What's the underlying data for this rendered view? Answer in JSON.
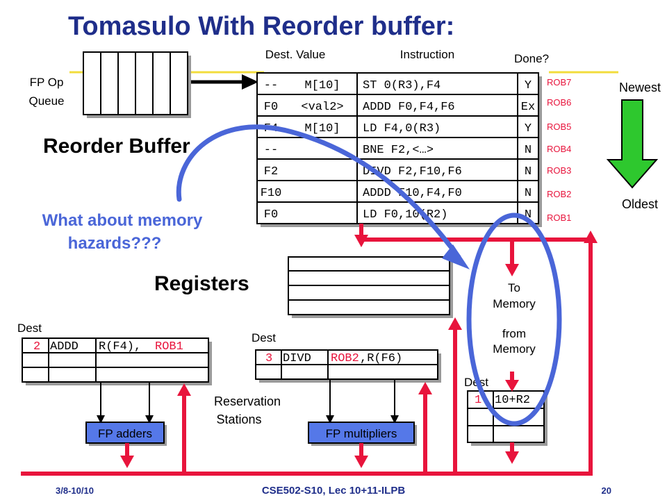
{
  "slide": {
    "title": "Tomasulo With Reorder buffer:",
    "footer_date": "3/8-10/10",
    "footer_course": "CSE502-S10, Lec 10+11-ILPB",
    "footer_page": "20"
  },
  "queue": {
    "label_line1": "FP Op",
    "label_line2": "Queue"
  },
  "rob": {
    "title": "Reorder Buffer",
    "header_dest_value": "Dest. Value",
    "header_instruction": "Instruction",
    "header_done": "Done?",
    "rows": [
      {
        "dest": "--",
        "value": "M[10]",
        "instr": "ST 0(R3),F4",
        "done": "Y",
        "tag": "ROB7"
      },
      {
        "dest": "F0",
        "value": "<val2>",
        "instr": "ADDD F0,F4,F6",
        "done": "Ex",
        "tag": "ROB6"
      },
      {
        "dest": "F4",
        "value": "M[10]",
        "instr": "LD F4,0(R3)",
        "done": "Y",
        "tag": "ROB5"
      },
      {
        "dest": "--",
        "value": "",
        "instr": "BNE F2,<…>",
        "done": "N",
        "tag": "ROB4"
      },
      {
        "dest": "F2",
        "value": "",
        "instr": "DIVD F2,F10,F6",
        "done": "N",
        "tag": "ROB3"
      },
      {
        "dest": "F10",
        "value": "",
        "instr": "ADDD F10,F4,F0",
        "done": "N",
        "tag": "ROB2"
      },
      {
        "dest": "F0",
        "value": "",
        "instr": "LD F0,10(R2)",
        "done": "N",
        "tag": "ROB1"
      }
    ]
  },
  "order": {
    "newest": "Newest",
    "oldest": "Oldest"
  },
  "question": {
    "line1": "What about memory",
    "line2": "hazards???"
  },
  "registers": {
    "label": "Registers"
  },
  "memory": {
    "to_line1": "To",
    "to_line2": "Memory",
    "from_line1": "from",
    "from_line2": "Memory"
  },
  "stations": {
    "label_line1": "Reservation",
    "label_line2": "Stations",
    "adders": {
      "dest_label": "Dest",
      "num": "2",
      "op": "ADDD",
      "src1": "R(F4),",
      "src2": "ROB1",
      "unit": "FP adders"
    },
    "multipliers": {
      "dest_label": "Dest",
      "num": "3",
      "op": "DIVD",
      "src1": "ROB2",
      "src2": ",R(F6)",
      "unit": "FP multipliers"
    },
    "memory_unit": {
      "dest_label": "Dest",
      "num": "1",
      "addr": "10+R2"
    }
  },
  "colors": {
    "accent_red": "#e8143c",
    "title_blue": "#1f2e8a",
    "question_blue": "#4a66d8",
    "unit_blue": "#5578e8",
    "arrow_green": "#2ec82e",
    "bus_yellow": "#f2dc3c",
    "shadow_gray": "#9a9a9a"
  }
}
